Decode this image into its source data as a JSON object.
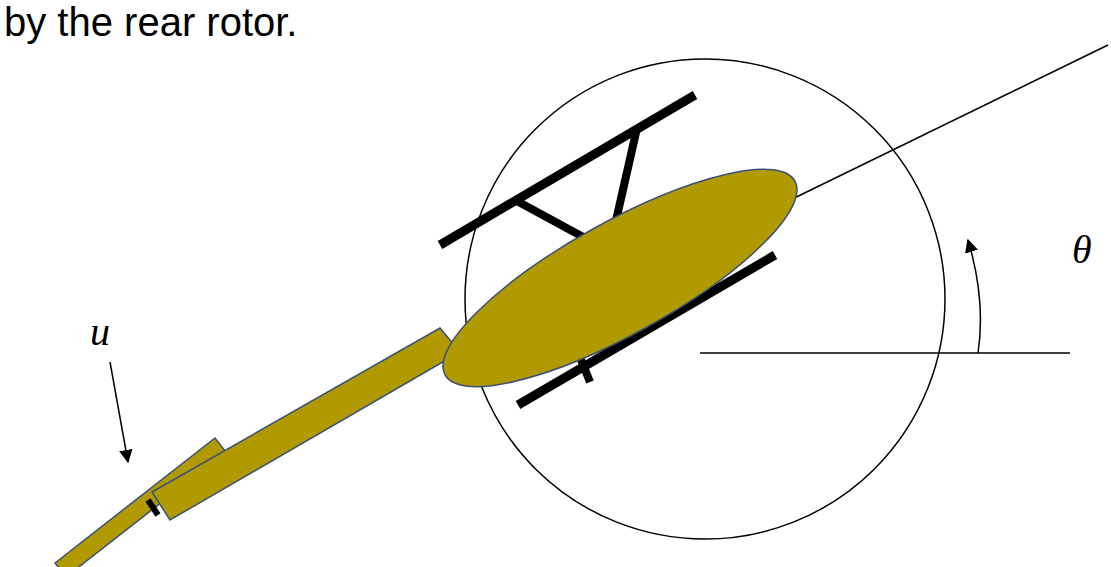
{
  "diagram": {
    "labels": [
      "by the rear rotor.",
      "u",
      "θ"
    ]
  }
}
